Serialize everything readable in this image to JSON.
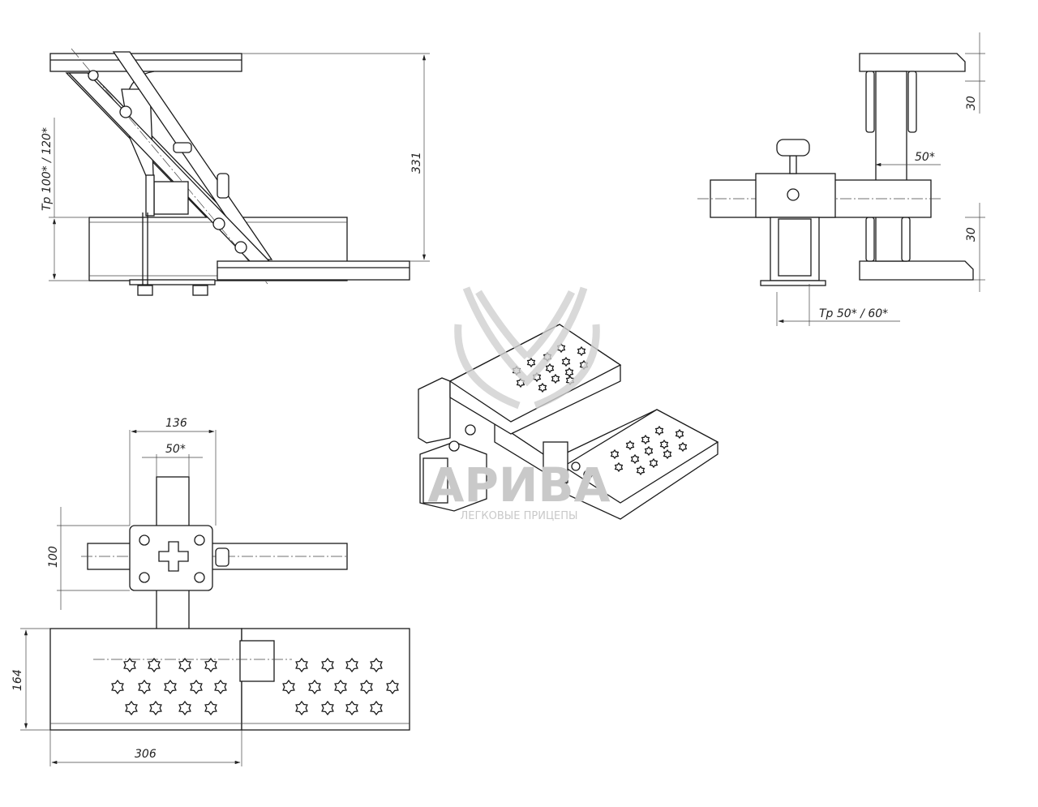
{
  "side_view": {
    "dim_height": "331",
    "dim_tube": "Тр 100* / 120*"
  },
  "front_view": {
    "dim_top": "30",
    "dim_bottom": "30",
    "dim_gap": "50*",
    "dim_tube": "Тр 50* / 60*"
  },
  "plan_view": {
    "dim_width": "136",
    "dim_tube": "50*",
    "dim_plate": "100",
    "dim_step_depth": "164",
    "dim_step_length": "306"
  },
  "watermark": {
    "brand": "АРИВА",
    "tagline": "ЛЕГКОВЫЕ ПРИЦЕПЫ"
  },
  "colors": {
    "line": "#1a1a1a",
    "watermark": "#c9c9c9"
  }
}
